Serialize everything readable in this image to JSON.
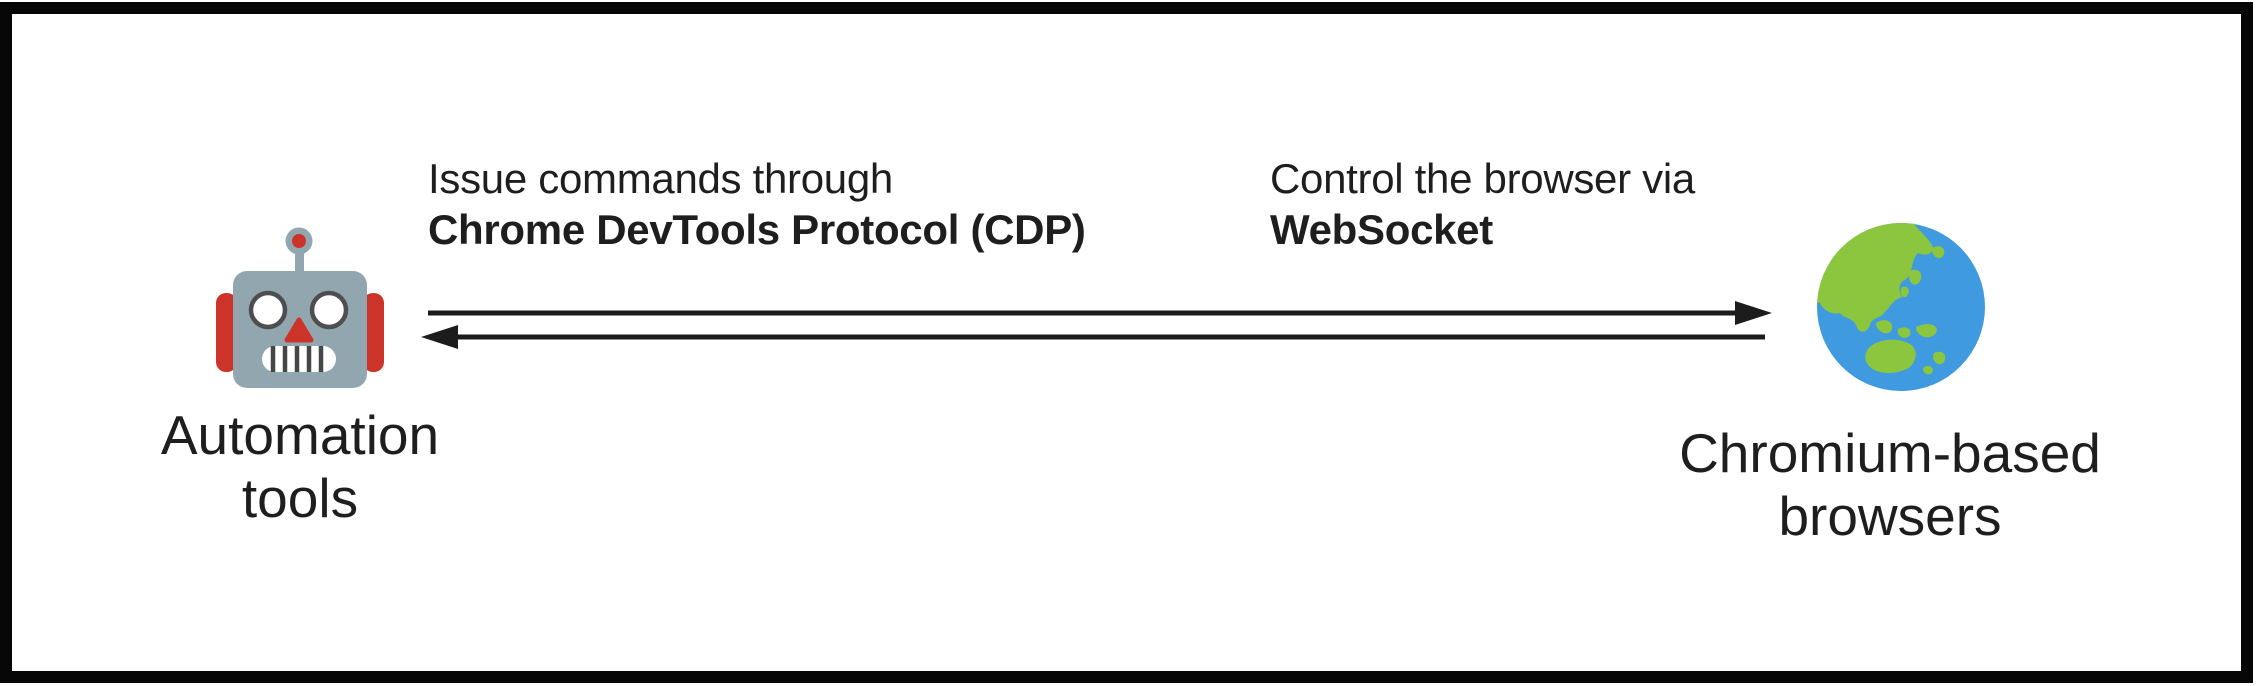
{
  "diagram": {
    "nodes": {
      "automation": {
        "icon": "robot-icon",
        "line1": "Automation",
        "line2": "tools"
      },
      "chromium": {
        "icon": "globe-icon",
        "line1": "Chromium-based",
        "line2": "browsers"
      }
    },
    "labels": {
      "left": {
        "line1": "Issue commands through",
        "line2": "Chrome DevTools Protocol (CDP)"
      },
      "right": {
        "line1": "Control the browser via",
        "line2": "WebSocket"
      }
    },
    "arrows": {
      "top": {
        "direction": "left-to-right"
      },
      "bottom": {
        "direction": "right-to-left"
      }
    },
    "colors": {
      "border": "#060606",
      "arrow": "#1c1c1c",
      "text": "#1e1e1e",
      "robot_head": "#92a6b0",
      "robot_red": "#cd3429",
      "globe_water": "#3f9ae0",
      "globe_land": "#8cc63e"
    }
  }
}
